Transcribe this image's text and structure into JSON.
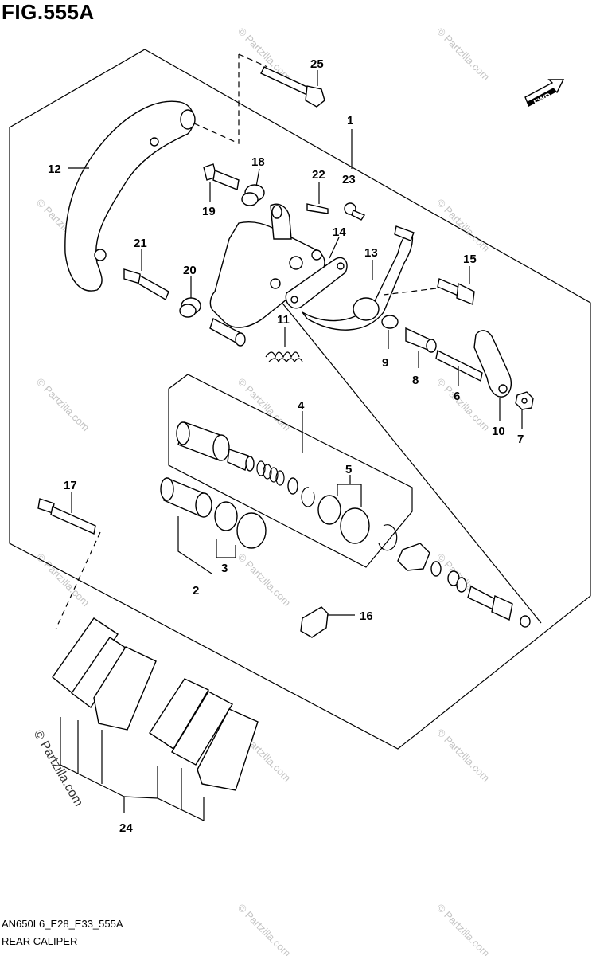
{
  "figure": {
    "title": "FIG.555A",
    "code": "AN650L6_E28_E33_555A",
    "name": "REAR CALIPER"
  },
  "direction_label": "FWD",
  "watermark": "© Partzilla.com",
  "callouts": {
    "c1": "1",
    "c2": "2",
    "c3": "3",
    "c4": "4",
    "c5": "5",
    "c6": "6",
    "c7": "7",
    "c8": "8",
    "c9": "9",
    "c10": "10",
    "c11": "11",
    "c12": "12",
    "c13": "13",
    "c14": "14",
    "c15": "15",
    "c16": "16",
    "c17": "17",
    "c18": "18",
    "c19": "19",
    "c20": "20",
    "c21": "21",
    "c22": "22",
    "c23": "23",
    "c24": "24",
    "c25": "25"
  }
}
